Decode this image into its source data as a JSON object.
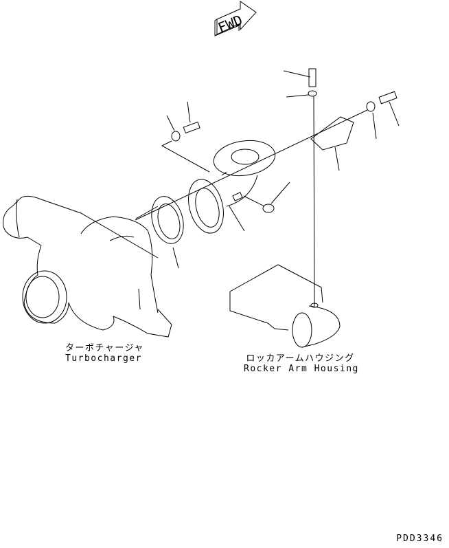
{
  "diagram": {
    "direction_indicator": {
      "text": "FWD"
    },
    "components": [
      {
        "id": "turbocharger",
        "label_jp": "ターボチャージャ",
        "label_en": "Turbocharger"
      },
      {
        "id": "rocker-arm-housing",
        "label_jp": "ロッカアームハウジング",
        "label_en": "Rocker Arm Housing"
      }
    ],
    "parts": [
      "bolt-top",
      "washer-top",
      "bracket",
      "spacer",
      "bolt-right",
      "bolt-left",
      "nut-left",
      "elbow-pipe",
      "flange-gasket",
      "gasket",
      "plug-bolt"
    ],
    "drawing_code": "PDD3346"
  }
}
